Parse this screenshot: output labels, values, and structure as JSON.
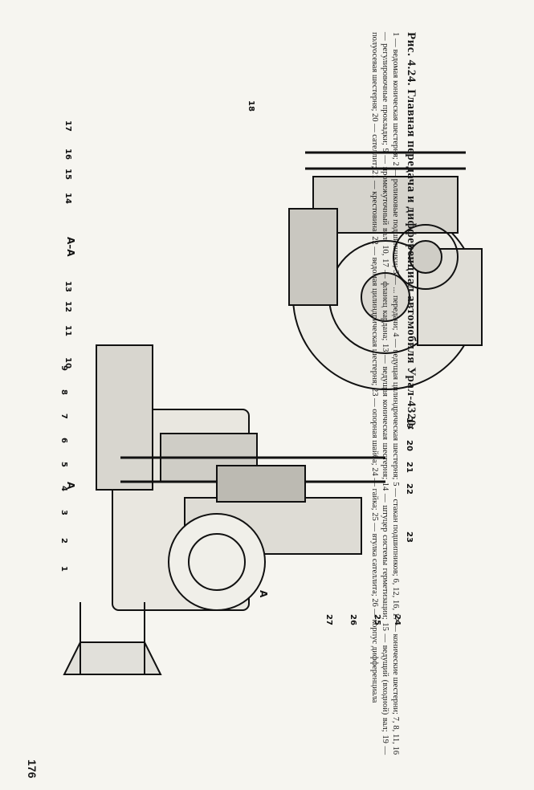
{
  "figure": {
    "title": "Рис. 4.24. Главная передача и дифференциал автомобиля Урал-4320:",
    "caption": "1 — ведомая коническая шестерня; 2 — роликовые подшипники; 3 — ... передачи; 4 — ведущая цилиндрическая шестерня; 5 — стакан подшипников; 6, 12, 16, 17 — конические шестерни; 7, 8, 11, 16 — регулировочные прокладки; 9 — промежуточный вал; 10, 17 — фланец кардана; 13 — ведущая коническая шестерня; 14 — штуцер системы герметизации; 15 — ведущий (входной) вал; 19 — полуосевая шестерня; 20 — сателлит; 21 — крестовина; 22 — ведомая цилиндрическая шестерня; 23 — опорная шайба; 24 — гайка; 25 — втулка сателлита; 26 — корпус дифференциала",
    "section_label": "А–А",
    "section_marker": "А"
  },
  "callouts": {
    "left": [
      "1",
      "2",
      "3",
      "4",
      "5",
      "6",
      "7",
      "8",
      "9"
    ],
    "bottom": [
      "19",
      "20",
      "21",
      "22",
      "23",
      "24",
      "25",
      "26",
      "27"
    ],
    "right_top": [
      "17",
      "16",
      "15",
      "14",
      "13",
      "12",
      "11",
      "10"
    ],
    "right_extra": "18"
  },
  "page_number": "176"
}
